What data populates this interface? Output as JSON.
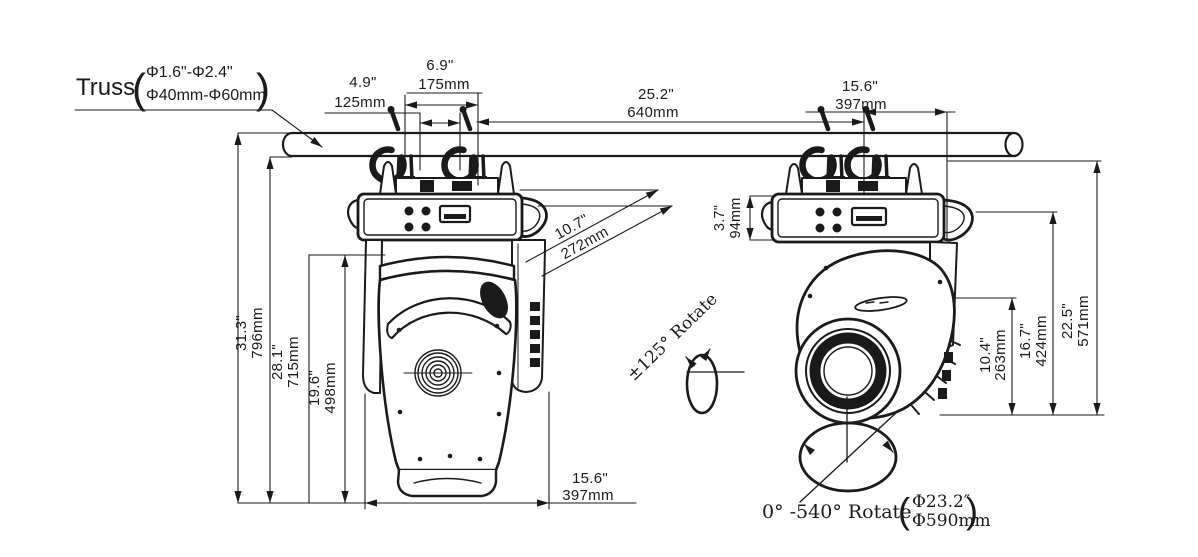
{
  "meta": {
    "description": "Technical dimension drawing: two moving-head stage lights clamp-mounted on a truss pipe, front view and side (tilted) view, with inch/mm dimensions"
  },
  "truss_label": {
    "name": "Truss",
    "paren_open": "(",
    "size_inches": "Φ1.6\"-Φ2.4\"",
    "size_mm": "Φ40mm-Φ60mm",
    "paren_close": ")"
  },
  "dimensions": {
    "clamp_spacing_inner": {
      "inches": "4.9\"",
      "mm": "125mm"
    },
    "clamp_spacing_outer": {
      "inches": "6.9\"",
      "mm": "175mm"
    },
    "fixture_spacing": {
      "inches": "25.2\"",
      "mm": "640mm"
    },
    "truss_span_right": {
      "inches": "15.6\"",
      "mm": "397mm"
    },
    "overall_height": {
      "inches": "31.3\"",
      "mm": "796mm"
    },
    "height_below_truss": {
      "inches": "28.1\"",
      "mm": "715mm"
    },
    "body_height": {
      "inches": "19.6\"",
      "mm": "498mm"
    },
    "depth_diagonal": {
      "inches": "10.7\"",
      "mm": "272mm"
    },
    "base_height": {
      "inches": "3.7\"",
      "mm": "94mm"
    },
    "head_length": {
      "inches": "10.4\"",
      "mm": "263mm"
    },
    "tilt_clearance": {
      "inches": "16.7\"",
      "mm": "424mm"
    },
    "hanging_depth": {
      "inches": "22.5\"",
      "mm": "571mm"
    },
    "base_width": {
      "inches": "15.6\"",
      "mm": "397mm"
    }
  },
  "annotations": {
    "tilt_range": "±125° Rotate",
    "pan_range_prefix": "0° -540° Rotate",
    "paren_open": "(",
    "pan_circle_inches": "Φ23.2″",
    "pan_circle_mm": "Φ590mm",
    "paren_close": ")"
  },
  "colors": {
    "ink": "#1a1a1a",
    "paper": "#ffffff"
  }
}
